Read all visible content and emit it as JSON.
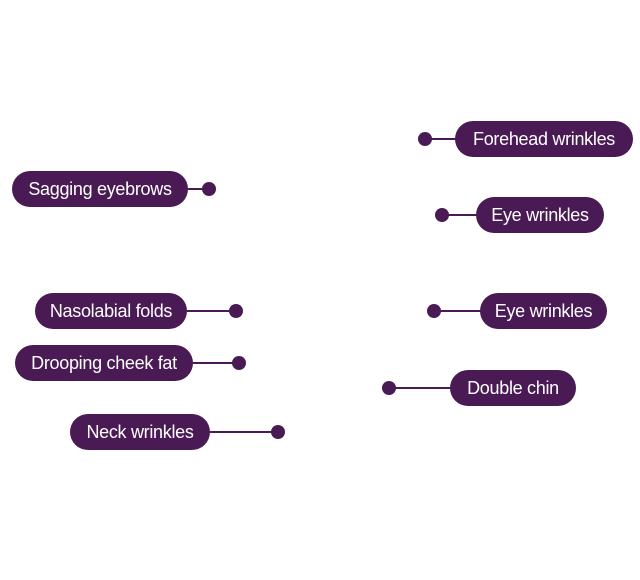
{
  "colors": {
    "accent": "#4a1a55"
  },
  "labels": {
    "sagging_eyebrows": "Sagging eyebrows",
    "nasolabial_folds": "Nasolabial folds",
    "drooping_cheek_fat": "Drooping cheek fat",
    "neck_wrinkles": "Neck wrinkles",
    "forehead_wrinkles": "Forehead wrinkles",
    "eye_wrinkles_upper": "Eye wrinkles",
    "eye_wrinkles_lower": "Eye wrinkles",
    "double_chin": "Double chin"
  }
}
